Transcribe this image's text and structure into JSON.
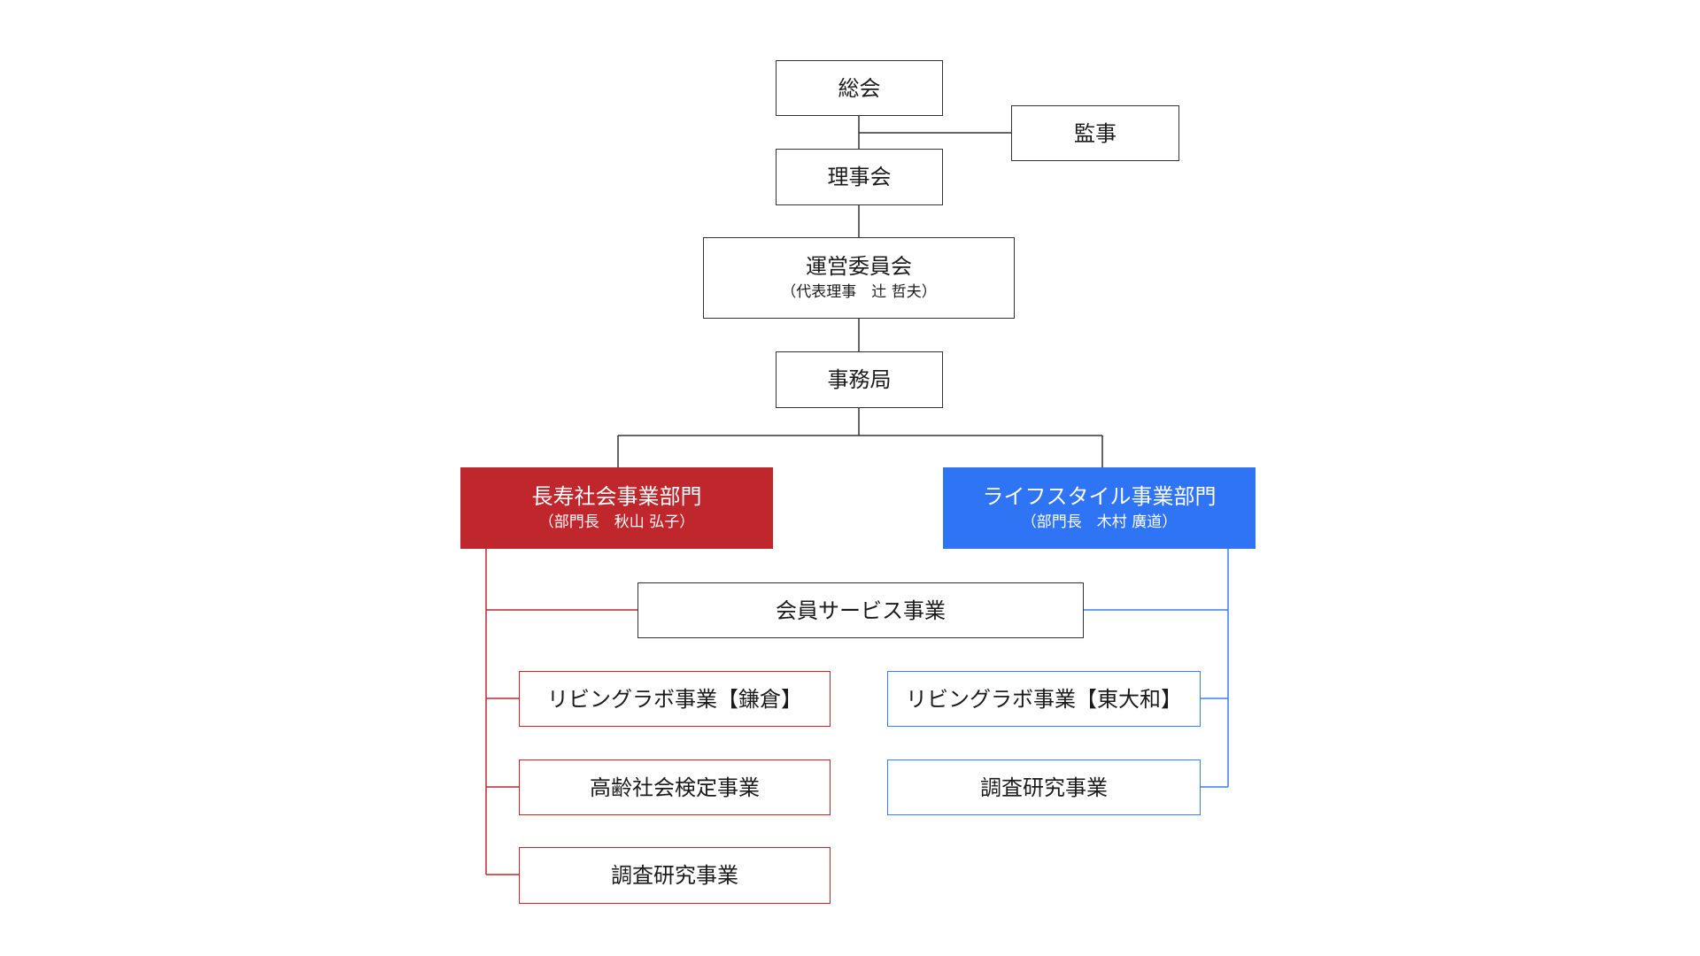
{
  "diagram": {
    "colors": {
      "line": "#333333",
      "red": "#c0272d",
      "blue": "#2e74f5",
      "blue_line": "#3a7ef2"
    },
    "nodes": {
      "sokai": {
        "label": "総会"
      },
      "kanji": {
        "label": "監事"
      },
      "rijikai": {
        "label": "理事会"
      },
      "unei": {
        "label": "運営委員会",
        "sub": "（代表理事　辻 哲夫）"
      },
      "jimukyoku": {
        "label": "事務局"
      },
      "choju": {
        "label": "長寿社会事業部門",
        "sub": "（部門長　秋山 弘子）"
      },
      "lifestyle": {
        "label": "ライフスタイル事業部門",
        "sub": "（部門長　木村 廣道）"
      },
      "kaiin": {
        "label": "会員サービス事業"
      },
      "living_kamakura": {
        "label": "リビングラボ事業【鎌倉】"
      },
      "koreisha": {
        "label": "高齢社会検定事業"
      },
      "chousa_red": {
        "label": "調査研究事業"
      },
      "living_higashiyamato": {
        "label": "リビングラボ事業【東大和】"
      },
      "chousa_blue": {
        "label": "調査研究事業"
      }
    }
  }
}
